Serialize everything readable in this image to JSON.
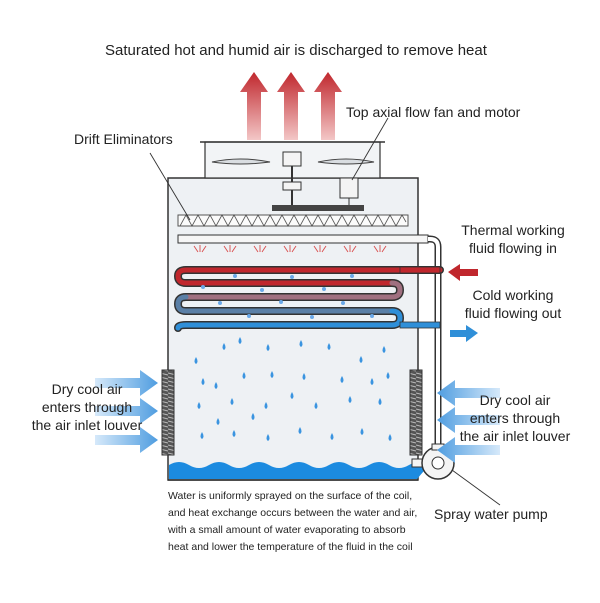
{
  "labels": {
    "top": "Saturated hot and humid air is discharged to remove heat",
    "fan": "Top axial flow fan and motor",
    "drift": "Drift Eliminators",
    "thermal_in_1": "Thermal working",
    "thermal_in_2": "fluid flowing in",
    "cold_out_1": "Cold working",
    "cold_out_2": "fluid flowing out",
    "left_air_1": "Dry cool air",
    "left_air_2": "enters through",
    "left_air_3": "the air inlet louver",
    "right_air_1": "Dry cool air",
    "right_air_2": "enters through",
    "right_air_3": "the air inlet louver",
    "pump": "Spray water pump",
    "note": "Water is uniformly sprayed on the surface of the coil, and heat exchange occurs between the water and air, with a small amount of water evaporating to absorb heat and lower the temperature of the fluid in the coil"
  },
  "colors": {
    "hot": "#c0272d",
    "cold": "#2f8fd8",
    "air": "#4f9de0",
    "water": "#1c8be0",
    "outline": "#333333"
  }
}
